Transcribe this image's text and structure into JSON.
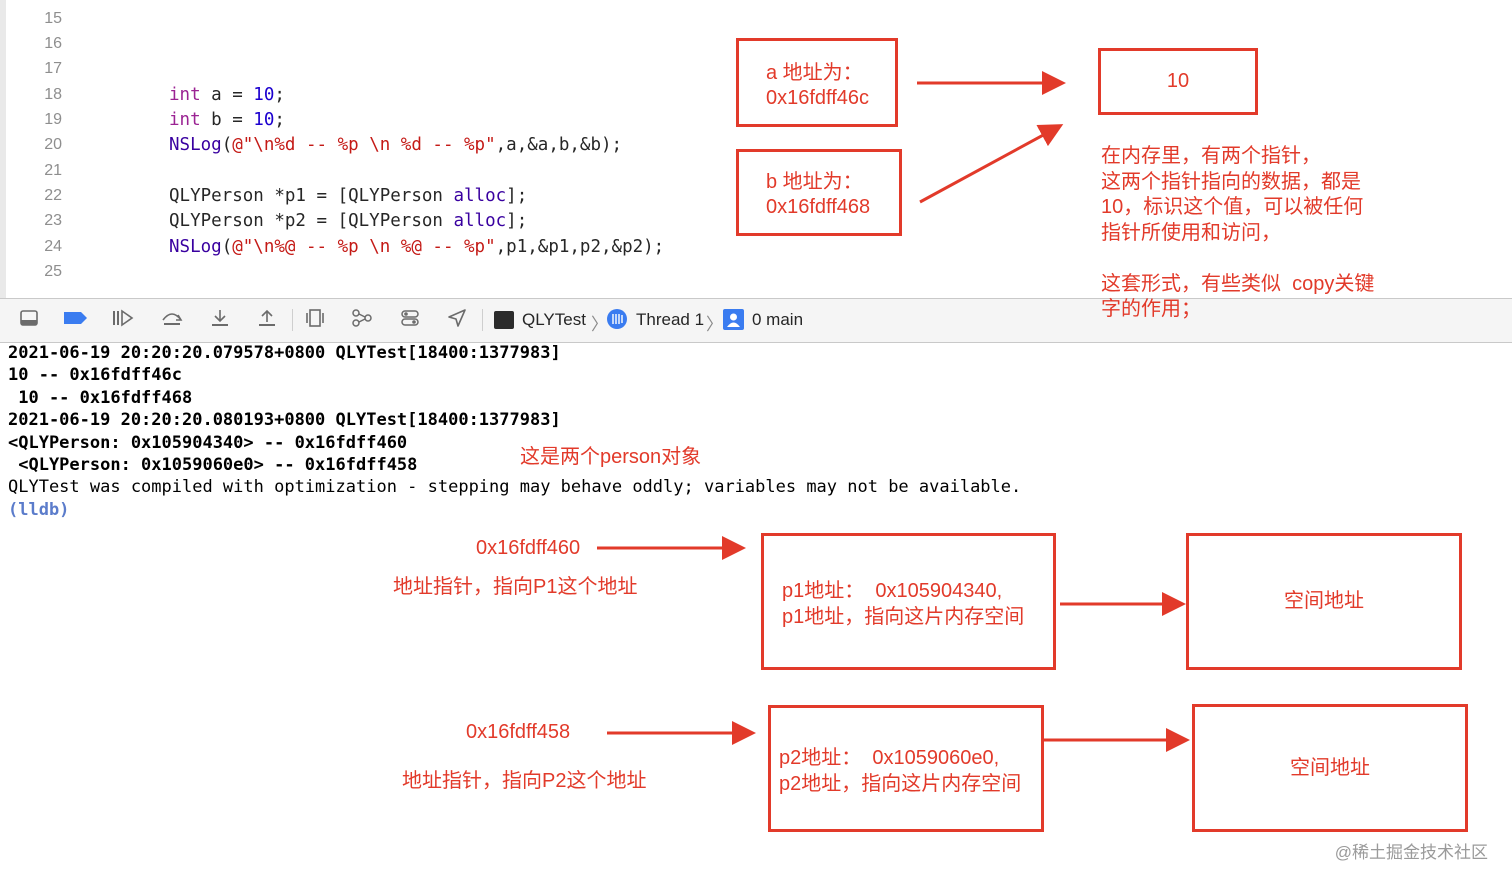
{
  "editor": {
    "line_numbers": [
      "15",
      "16",
      "17",
      "18",
      "19",
      "20",
      "21",
      "22",
      "23",
      "24",
      "25"
    ],
    "l18": {
      "kw": "int",
      "rest1": " a = ",
      "num": "10",
      "rest2": ";"
    },
    "l19": {
      "kw": "int",
      "rest1": " b = ",
      "num": "10",
      "rest2": ";"
    },
    "l20": {
      "fn": "NSLog",
      "p1": "(",
      "str": "@\"\\n%d -- %p \\n %d -- %p\"",
      "p2": ",a,&a,b,&b);"
    },
    "l22": {
      "cls": "QLYPerson *p1 = [QLYPerson ",
      "m": "alloc",
      "end": "];"
    },
    "l23": {
      "cls": "QLYPerson *p2 = [QLYPerson ",
      "m": "alloc",
      "end": "];"
    },
    "l24": {
      "fn": "NSLog",
      "p1": "(",
      "str": "@\"\\n%@ -- %p \\n %@ -- %p\"",
      "p2": ",p1,&p1,p2,&p2);"
    }
  },
  "debugbar": {
    "target": "QLYTest",
    "thread": "Thread 1",
    "frame": "0 main",
    "icons": [
      "hide-console-icon",
      "breakpoints-icon",
      "continue-icon",
      "step-over-icon",
      "step-into-icon",
      "step-out-icon",
      "view-hierarchy-icon",
      "memory-graph-icon",
      "environment-icon",
      "location-icon"
    ]
  },
  "console": {
    "lines": [
      "2021-06-19 20:20:20.079578+0800 QLYTest[18400:1377983]",
      "10 -- 0x16fdff46c",
      " 10 -- 0x16fdff468",
      "2021-06-19 20:20:20.080193+0800 QLYTest[18400:1377983]",
      "<QLYPerson: 0x105904340> -- 0x16fdff460",
      " <QLYPerson: 0x1059060e0> -- 0x16fdff458",
      "QLYTest was compiled with optimization - stepping may behave oddly; variables may not be available.",
      "(lldb)"
    ]
  },
  "annotations": {
    "box_a": "a 地址为：\n0x16fdff46c",
    "box_b": "b 地址为：\n0x16fdff468",
    "box_10": "10",
    "note_pointers": "在内存里，有两个指针，\n这两个指针指向的数据，都是\n10，标识这个值，可以被任何\n指针所使用和访问，\n\n这套形式，有些类似  copy关键\n字的作用；",
    "note_persons": "这是两个person对象",
    "addr_p1": "0x16fdff460",
    "desc_p1": "地址指针，指向P1这个地址",
    "box_p1": "p1地址：  0x105904340,\np1地址，指向这片内存空间",
    "space1": "空间地址",
    "addr_p2": "0x16fdff458",
    "desc_p2": "地址指针，指向P2这个地址",
    "box_p2": "p2地址：  0x1059060e0,\np2地址，指向这片内存空间",
    "space2": "空间地址"
  },
  "watermark": "@稀土掘金技术社区",
  "colors": {
    "annotation_red": "#e23a2a",
    "keyword": "#9b2393",
    "number": "#1c00cf",
    "string": "#c41a16",
    "lldb": "#5b7ccb"
  }
}
